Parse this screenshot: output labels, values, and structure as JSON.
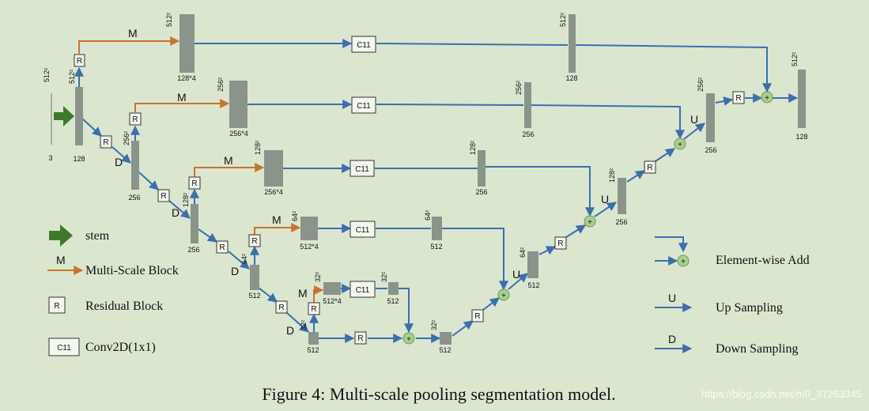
{
  "labels": {
    "m": "M",
    "r": "R",
    "d": "D",
    "u": "U",
    "c11": "C11",
    "plus": "+",
    "three": "3"
  },
  "sizes": {
    "s512sq": "512²",
    "s256sq": "256²",
    "s128sq": "128²",
    "s64sq": "64²",
    "s32sq": "32²",
    "c128": "128",
    "c256": "256",
    "c512": "512",
    "c128x4": "128*4",
    "c256x4": "256*4",
    "c512x4": "512*4"
  },
  "legend": {
    "stem": "stem",
    "m_letter": "M",
    "multi_scale": "Multi-Scale Block",
    "r_letter": "R",
    "residual": "Residual Block",
    "c11_letter": "C11",
    "conv": "Conv2D(1x1)",
    "element_add": "Element-wise Add",
    "u_letter": "U",
    "up": "Up Sampling",
    "d_letter": "D",
    "down": "Down Sampling"
  },
  "caption": "Figure 4: Multi-scale pooling segmentation model.",
  "watermark": "https://blog.csdn.net/m0_37263345",
  "colors": {
    "background": "#dbe6cf",
    "block": "#8b948a",
    "blue_arrow": "#3a6fb0",
    "orange_arrow": "#c8742c",
    "stem_green": "#3c7a2a",
    "add_node": "#a8d08d"
  }
}
